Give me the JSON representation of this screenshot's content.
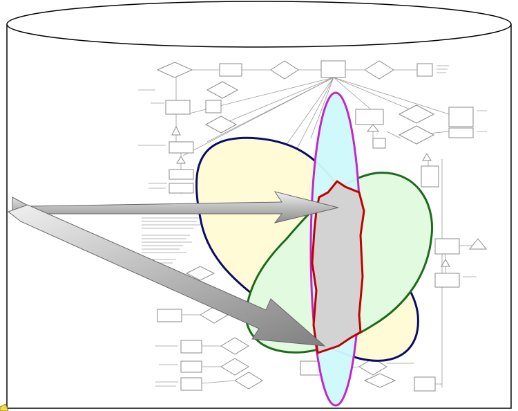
{
  "figure": {
    "kind": "database-cylinder-with-overlapping-views",
    "container": {
      "shape": "cylinder",
      "fill": "#ffffff",
      "stroke": "#000000"
    },
    "background_schema": {
      "kind": "entity-relationship-diagram",
      "color": "#8a8a8a"
    },
    "views": [
      {
        "name": "view-yellow",
        "fill": "#fffbd7",
        "stroke": "#0b0b6b"
      },
      {
        "name": "view-green",
        "fill": "#e2fbe0",
        "stroke": "#1b6b1b"
      },
      {
        "name": "view-cyan",
        "fill": "#cdf9fb",
        "stroke": "#c226c9"
      },
      {
        "name": "intersection",
        "fill": "#d3d3d3",
        "stroke": "#c30000"
      }
    ],
    "arrows": {
      "count": 2,
      "fill": "#a9a9a9",
      "stroke": "#666666",
      "target": "intersection"
    }
  }
}
